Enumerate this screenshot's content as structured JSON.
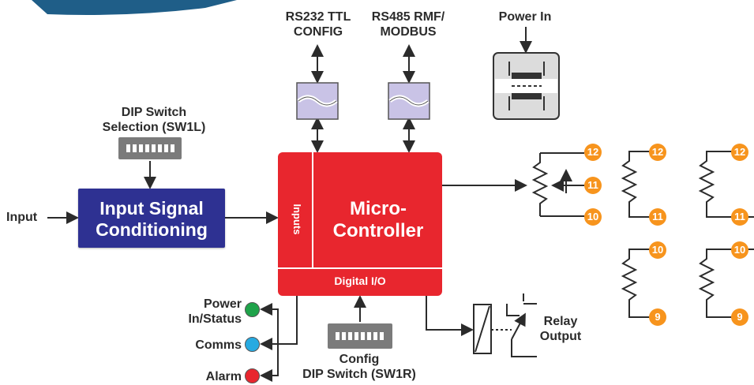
{
  "labels": {
    "rs232": "RS232 TTL\nCONFIG",
    "rs485": "RS485 RMF/\nMODBUS",
    "power_in": "Power In",
    "dip_sw1l": "DIP Switch\nSelection (SW1L)",
    "input": "Input",
    "input_signal_conditioning": "Input Signal\nConditioning",
    "inputs": "Inputs",
    "micro_controller": "Micro-\nController",
    "digital_io": "Digital I/O",
    "power_status": "Power\nIn/Status",
    "comms": "Comms",
    "alarm": "Alarm",
    "config_dip": "Config\nDIP Switch (SW1R)",
    "relay_output": "Relay\nOutput"
  },
  "terminals": {
    "pot": [
      "12",
      "11",
      "10"
    ],
    "r1": [
      "12",
      "11"
    ],
    "r2": [
      "12",
      "11"
    ],
    "r3": [
      "10",
      "9"
    ],
    "r4": [
      "10",
      "9"
    ]
  },
  "colors": {
    "isc_fill": "#2e3192",
    "mcu_fill": "#e8262e",
    "terminal": "#f7941d",
    "led_power": "#1fa34a",
    "led_comms": "#27aae1",
    "led_alarm": "#e8262e"
  }
}
